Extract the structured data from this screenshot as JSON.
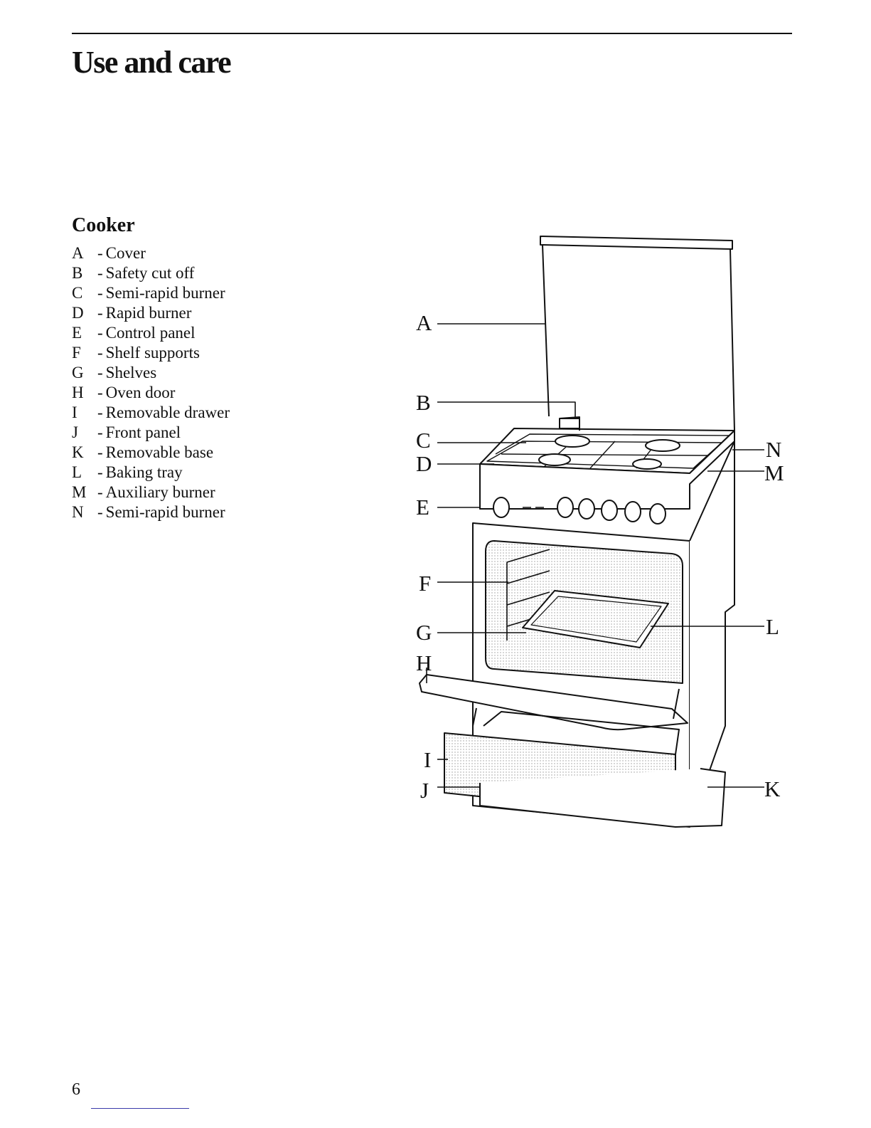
{
  "page": {
    "title": "Use and care",
    "page_number": "6"
  },
  "cooker": {
    "heading": "Cooker",
    "items": [
      {
        "letter": "A",
        "label": "Cover"
      },
      {
        "letter": "B",
        "label": "Safety cut off"
      },
      {
        "letter": "C",
        "label": "Semi-rapid burner"
      },
      {
        "letter": "D",
        "label": "Rapid burner"
      },
      {
        "letter": "E",
        "label": "Control panel"
      },
      {
        "letter": "F",
        "label": "Shelf supports"
      },
      {
        "letter": "G",
        "label": "Shelves"
      },
      {
        "letter": "H",
        "label": "Oven door"
      },
      {
        "letter": "I",
        "label": "Removable drawer"
      },
      {
        "letter": "J",
        "label": "Front panel"
      },
      {
        "letter": "K",
        "label": "Removable base"
      },
      {
        "letter": "L",
        "label": "Baking tray"
      },
      {
        "letter": "M",
        "label": "Auxiliary burner"
      },
      {
        "letter": "N",
        "label": "Semi-rapid burner"
      }
    ],
    "dash": "-"
  },
  "diagram": {
    "callouts": {
      "a": "A",
      "b": "B",
      "c": "C",
      "d": "D",
      "e": "E",
      "f": "F",
      "g": "G",
      "h": "H",
      "i": "I",
      "j": "J",
      "k": "K",
      "l": "L",
      "m": "M",
      "n": "N"
    }
  }
}
